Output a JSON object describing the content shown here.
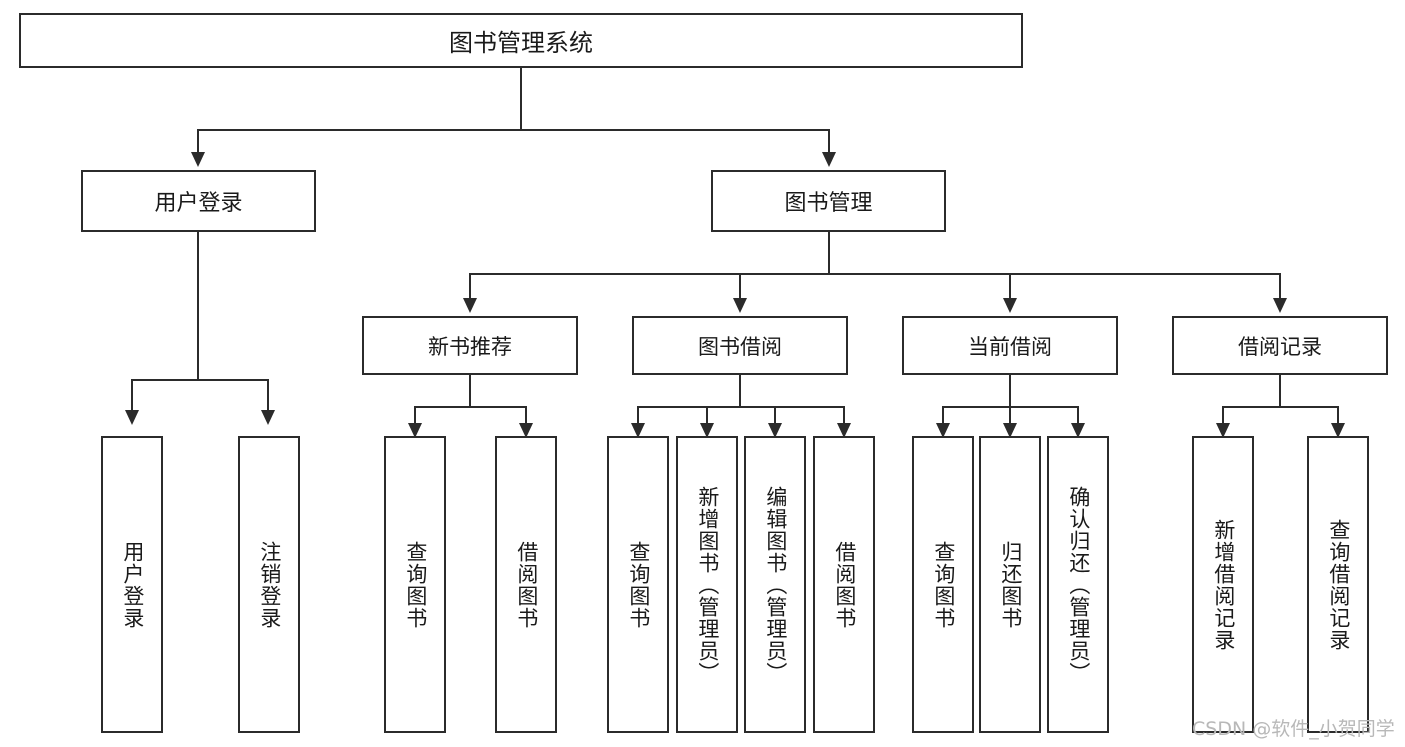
{
  "diagram": {
    "title": "图书管理系统",
    "type": "hierarchy-tree",
    "root": {
      "label": "图书管理系统"
    },
    "level2": [
      {
        "label": "用户登录"
      },
      {
        "label": "图书管理"
      }
    ],
    "level3": [
      {
        "label": "新书推荐"
      },
      {
        "label": "图书借阅"
      },
      {
        "label": "当前借阅"
      },
      {
        "label": "借阅记录"
      }
    ],
    "leaves": {
      "user_login": [
        {
          "label": "用户登录"
        },
        {
          "label": "注销登录"
        }
      ],
      "new_book_recommend": [
        {
          "label": "查询图书"
        },
        {
          "label": "借阅图书"
        }
      ],
      "book_borrow": [
        {
          "label": "查询图书"
        },
        {
          "label": "新增图书（管理员）"
        },
        {
          "label": "编辑图书（管理员）"
        },
        {
          "label": "借阅图书"
        }
      ],
      "current_borrow": [
        {
          "label": "查询图书"
        },
        {
          "label": "归还图书"
        },
        {
          "label": "确认归还（管理员）"
        }
      ],
      "borrow_record": [
        {
          "label": "新增借阅记录"
        },
        {
          "label": "查询借阅记录"
        }
      ]
    }
  },
  "watermark": {
    "text": "CSDN @软件_小贺同学"
  },
  "colors": {
    "stroke": "#2b2b2b",
    "background": "#ffffff",
    "text": "#1a1a1a",
    "watermark": "#b8b8b8"
  }
}
